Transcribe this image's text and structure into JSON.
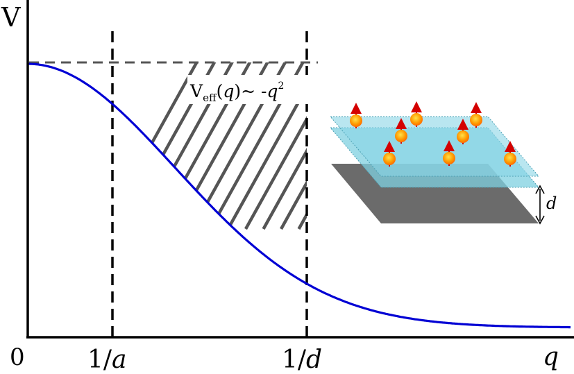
{
  "axes": {
    "y_label": "V",
    "origin_label": "0",
    "x_label": "q"
  },
  "ticks": {
    "a": {
      "num": "1",
      "slash": "/",
      "var": "a"
    },
    "d": {
      "num": "1",
      "slash": "/",
      "var": "d"
    }
  },
  "formula": {
    "v": "V",
    "sub": "eff",
    "open": "(",
    "arg": "q",
    "close": ")",
    "sim": "~ -",
    "var": "q",
    "sup": "2"
  },
  "inset": {
    "distance_label": "d"
  },
  "colors": {
    "curve": "#0000d4",
    "hatch": "#555555",
    "plane": "#7fd0e0",
    "substrate": "#6b6b6b",
    "spin_arrow": "#d40000",
    "particle": "#ff9900"
  }
}
